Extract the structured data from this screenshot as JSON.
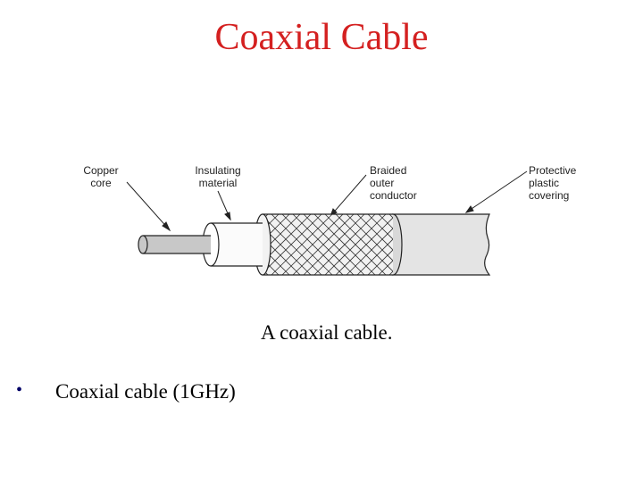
{
  "title": "Coaxial Cable",
  "diagram": {
    "labels": {
      "copper_core": [
        "Copper",
        "core"
      ],
      "insulating": [
        "Insulating",
        "material"
      ],
      "braided": [
        "Braided",
        "outer",
        "conductor"
      ],
      "protective": [
        "Protective",
        "plastic",
        "covering"
      ]
    }
  },
  "caption": "A coaxial cable.",
  "bullets": [
    {
      "marker": "•",
      "text": "Coaxial cable (1GHz)"
    }
  ]
}
